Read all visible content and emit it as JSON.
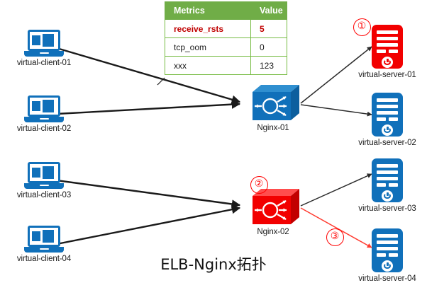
{
  "title": "ELB-Nginx拓扑",
  "colors": {
    "client_blue": "#1070ba",
    "server_blue": "#1070ba",
    "server_red": "#f20000",
    "lb_blue": "#1070ba",
    "lb_red": "#f20000",
    "table_header_green": "#70ad47",
    "table_border_green": "#76bb43",
    "alert_red": "#c00000",
    "marker_red": "#ff0000",
    "edge_black": "#1a1a1a",
    "edge_red": "#ff3b30"
  },
  "metrics_table": {
    "headers": [
      "Metrics",
      "Value"
    ],
    "rows": [
      {
        "metric": "receive_rsts",
        "value": "5",
        "alert": true
      },
      {
        "metric": "tcp_oom",
        "value": "0",
        "alert": false
      },
      {
        "metric": "xxx",
        "value": "123",
        "alert": false
      }
    ]
  },
  "clients": [
    {
      "label": "virtual-client-01",
      "icon": "laptop-icon"
    },
    {
      "label": "virtual-client-02",
      "icon": "laptop-icon"
    },
    {
      "label": "virtual-client-03",
      "icon": "laptop-icon"
    },
    {
      "label": "virtual-client-04",
      "icon": "laptop-icon"
    }
  ],
  "balancers": [
    {
      "label": "Nginx-01",
      "icon": "load-balancer-icon",
      "state": "normal"
    },
    {
      "label": "Nginx-02",
      "icon": "load-balancer-icon",
      "state": "alert"
    }
  ],
  "servers": [
    {
      "label": "virtual-server-01",
      "icon": "server-icon",
      "state": "alert"
    },
    {
      "label": "virtual-server-02",
      "icon": "server-icon",
      "state": "normal"
    },
    {
      "label": "virtual-server-03",
      "icon": "server-icon",
      "state": "normal"
    },
    {
      "label": "virtual-server-04",
      "icon": "server-icon",
      "state": "normal"
    }
  ],
  "markers": [
    {
      "text": "①"
    },
    {
      "text": "②"
    },
    {
      "text": "③"
    }
  ]
}
